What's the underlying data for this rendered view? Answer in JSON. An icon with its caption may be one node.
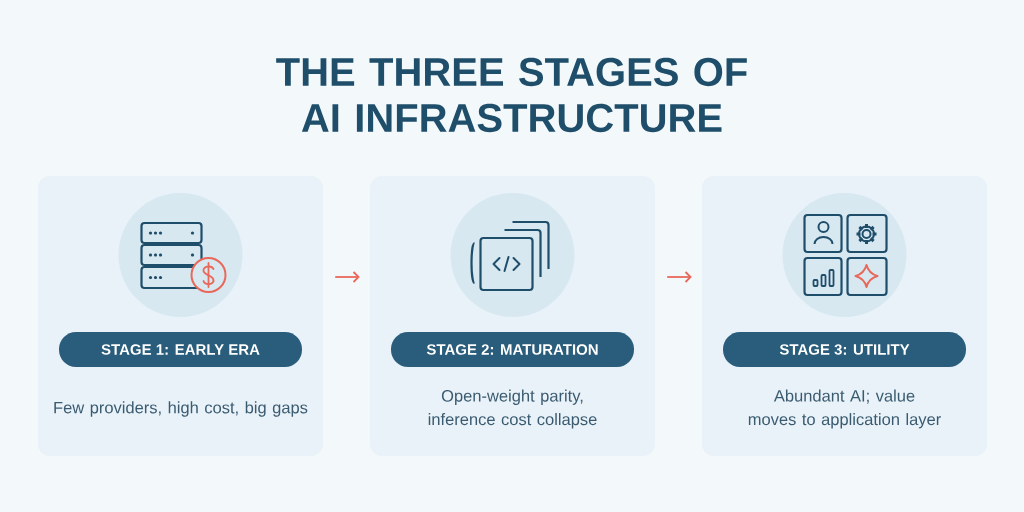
{
  "diagram": {
    "title": "THE THREE STAGES OF AI INFRASTRUCTURE",
    "nodes": [
      {
        "text": [
          "STAGE 1: EARLY ERA",
          "Few providers, high cost, big gaps"
        ]
      },
      {
        "text": [
          "STAGE 2: MATURATION",
          "Open-weight parity, inference cost collapse"
        ]
      },
      {
        "text": [
          "STAGE 3: UTILITY",
          "Abundant AI; value moves to application layer"
        ]
      }
    ],
    "edges": [
      {
        "from": 0,
        "to": 1,
        "arrow": "to"
      },
      {
        "from": 1,
        "to": 2,
        "arrow": "to"
      }
    ]
  }
}
